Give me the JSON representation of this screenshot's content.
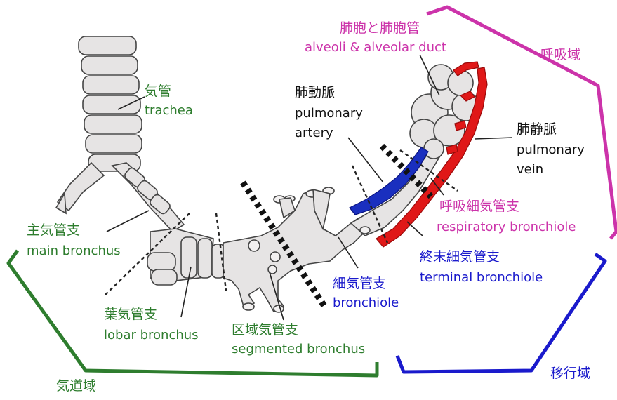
{
  "labels": {
    "trachea": {
      "ja": "気管",
      "en": "trachea"
    },
    "main_bronchus": {
      "ja": "主気管支",
      "en": "main bronchus"
    },
    "lobar_bronchus": {
      "ja": "葉気管支",
      "en": "lobar bronchus"
    },
    "segmented_bronchus": {
      "ja": "区域気管支",
      "en": "segmented bronchus"
    },
    "bronchiole": {
      "ja": "細気管支",
      "en": "bronchiole"
    },
    "terminal_bronchiole": {
      "ja": "終末細気管支",
      "en": "terminal bronchiole"
    },
    "respiratory_bronchiole": {
      "ja": "呼吸細気管支",
      "en": "respiratory bronchiole"
    },
    "pulmonary_artery": {
      "ja": "肺動脈",
      "en1": "pulmonary",
      "en2": "artery"
    },
    "pulmonary_vein": {
      "ja": "肺静脈",
      "en1": "pulmonary",
      "en2": "vein"
    },
    "alveoli": {
      "ja": "肺胞と肺胞管",
      "en": "alveoli & alveolar duct"
    }
  },
  "zones": {
    "conducting": "気道域",
    "transitional": "移行域",
    "respiratory": "呼吸域"
  },
  "colors": {
    "conducting": "#2e7d2e",
    "transitional": "#1a1acc",
    "respiratory": "#cc33aa",
    "artery": "#1a2fbf",
    "vein": "#e01818",
    "airway_fill": "#e6e4e4",
    "outline": "#444444"
  }
}
